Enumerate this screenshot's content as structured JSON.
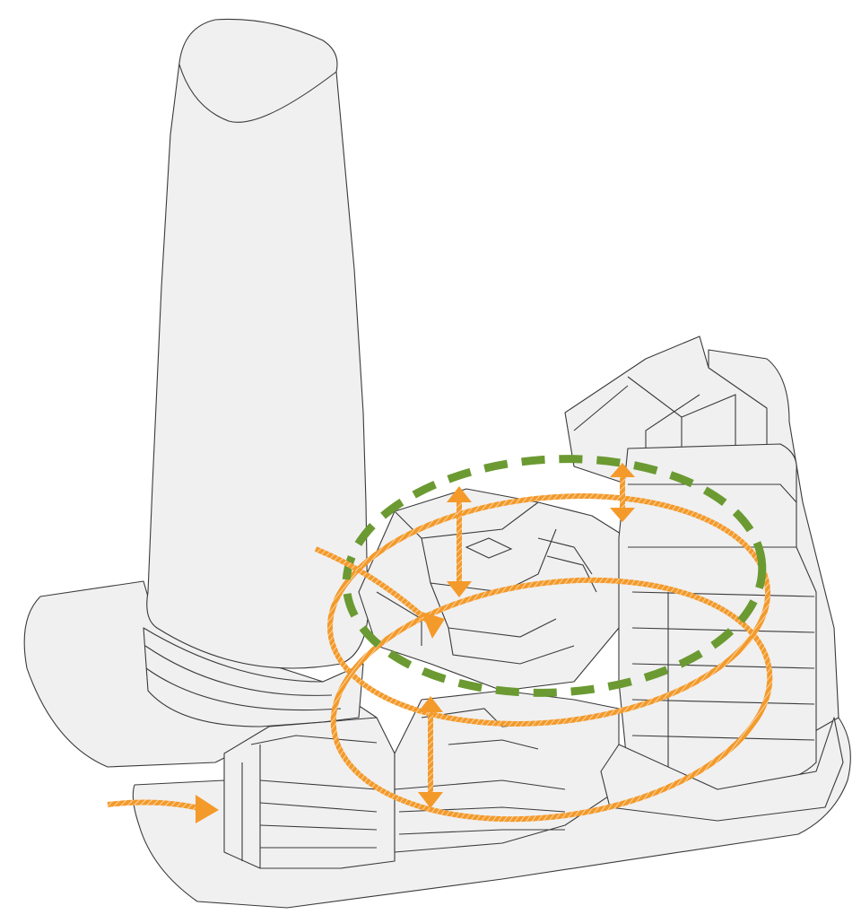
{
  "diagram": {
    "colors": {
      "background": "#ffffff",
      "massing_fill": "#f0f0f0",
      "outline": "#3a3a3a",
      "circulation": "#f39a2b",
      "green_loop": "#6b9a32"
    },
    "icons": [
      "tower-massing",
      "podium-massing",
      "circulation-arrow-icon",
      "vertical-double-arrow-icon",
      "green-loop-ellipse"
    ]
  }
}
